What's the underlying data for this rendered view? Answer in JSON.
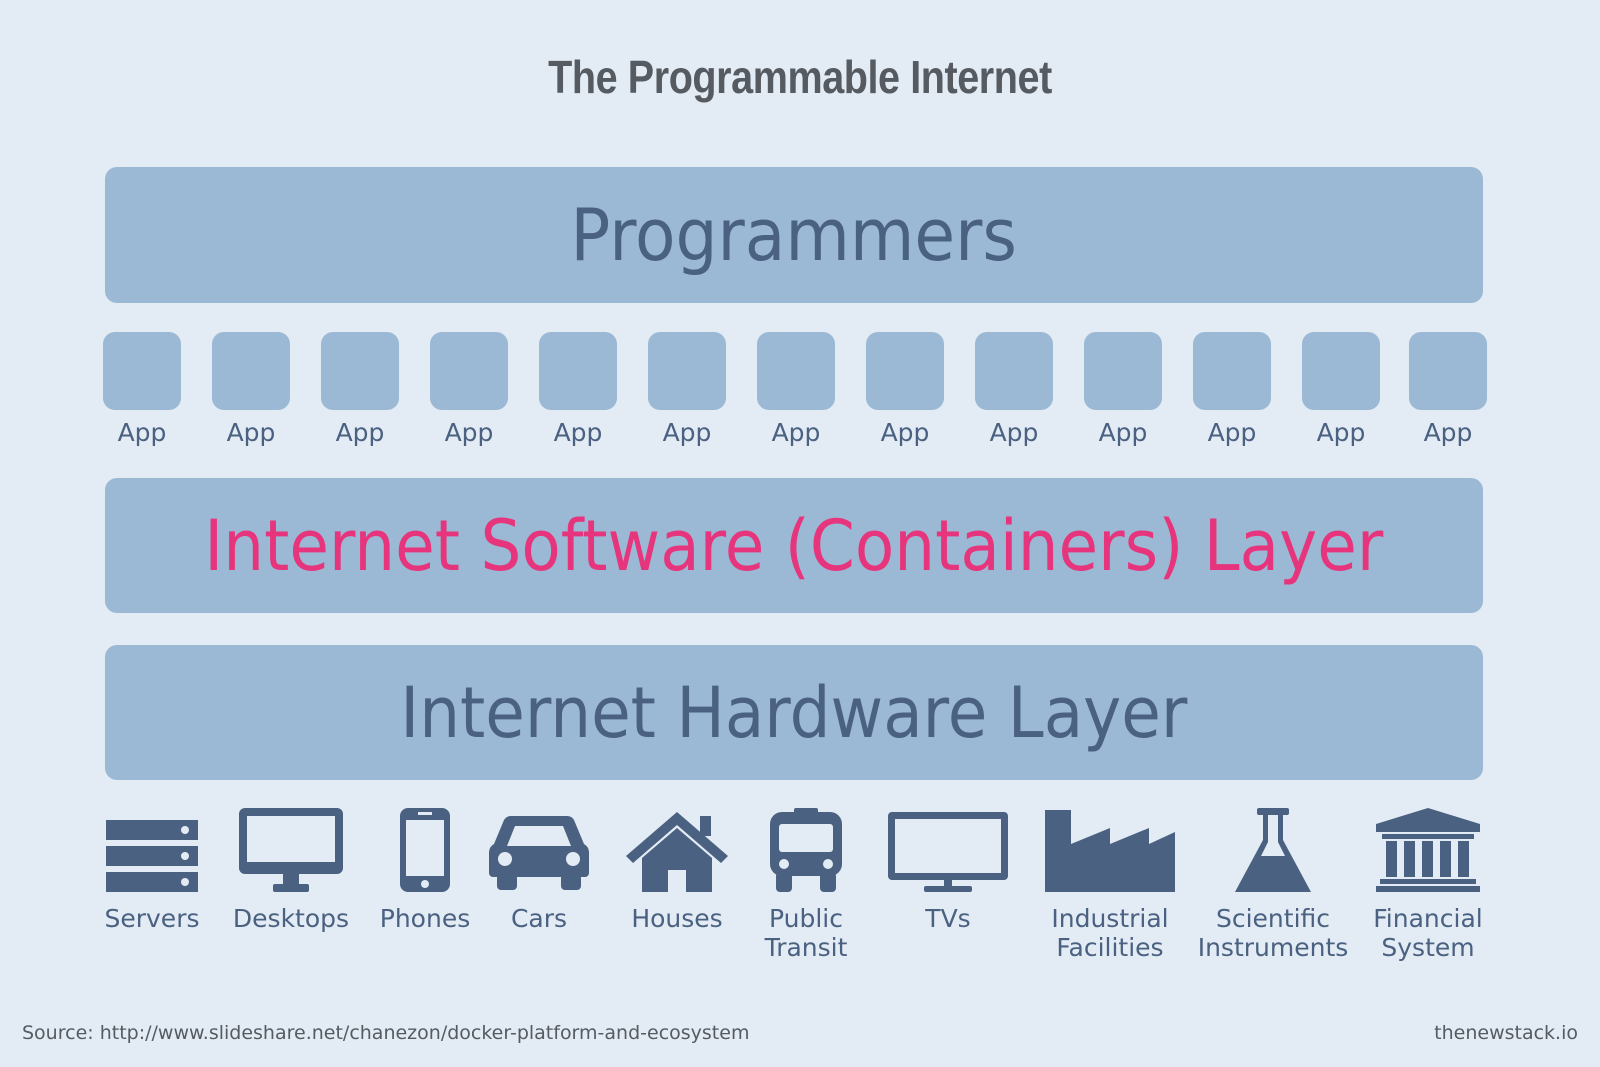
{
  "title": "The Programmable Internet",
  "layers": {
    "programmers": "Programmers",
    "software": "Internet Software (Containers) Layer",
    "hardware": "Internet Hardware Layer"
  },
  "apps": [
    "App",
    "App",
    "App",
    "App",
    "App",
    "App",
    "App",
    "App",
    "App",
    "App",
    "App",
    "App",
    "App"
  ],
  "devices": [
    {
      "label": "Servers",
      "icon": "servers-icon"
    },
    {
      "label": "Desktops",
      "icon": "desktop-icon"
    },
    {
      "label": "Phones",
      "icon": "phone-icon"
    },
    {
      "label": "Cars",
      "icon": "car-icon"
    },
    {
      "label": "Houses",
      "icon": "house-icon"
    },
    {
      "label": "Public\nTransit",
      "icon": "bus-icon"
    },
    {
      "label": "TVs",
      "icon": "tv-icon"
    },
    {
      "label": "Industrial\nFacilities",
      "icon": "factory-icon"
    },
    {
      "label": "Scientific\nInstruments",
      "icon": "flask-icon"
    },
    {
      "label": "Financial\nSystem",
      "icon": "bank-icon"
    }
  ],
  "footer": {
    "source": "Source: http://www.slideshare.net/chanezon/docker-platform-and-ecosystem",
    "brand": "thenewstack.io"
  },
  "colors": {
    "background": "#e3ebf4",
    "band": "#9bb9d4",
    "text": "#4a6181",
    "accent": "#e6357d",
    "icon": "#4a6181"
  }
}
